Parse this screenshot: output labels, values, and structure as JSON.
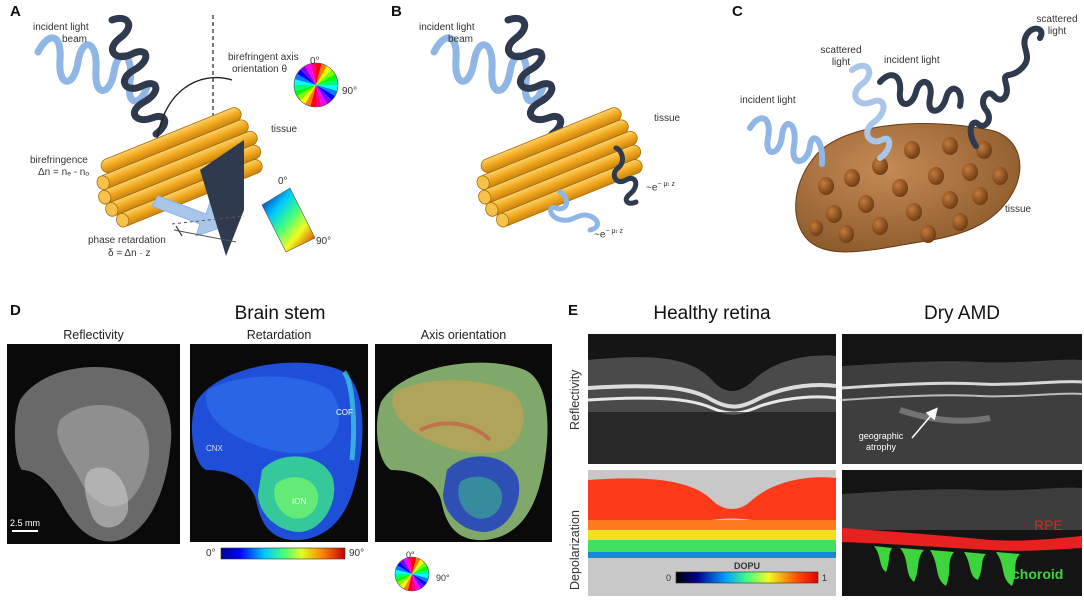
{
  "panels": {
    "A": {
      "label": "A",
      "incident_light": "incident light",
      "beam": "beam",
      "birefringent_axis": "birefringent axis",
      "orientation": "orientation θ",
      "tissue": "tissue",
      "birefringence": "birefringence",
      "birefringence_formula": "Δn = nₑ - nₒ",
      "phase_retardation": "phase retardation",
      "retardation_formula": "δ  = Δn · z",
      "wheel_top": "0°",
      "wheel_right": "90°",
      "bar_top": "0°",
      "bar_bottom": "90°"
    },
    "B": {
      "label": "B",
      "incident_light": "incident light",
      "beam": "beam",
      "tissue": "tissue",
      "decay_1": "~e",
      "decay_1_exp": "− μₜ z",
      "decay_2": "~e",
      "decay_2_exp": "− μₜ z"
    },
    "C": {
      "label": "C",
      "scattered_left_1": "scattered",
      "scattered_left_2": "light",
      "incident_left": "incident light",
      "incident_right": "incident light",
      "scattered_right_1": "scattered",
      "scattered_right_2": "light",
      "tissue": "tissue"
    },
    "D": {
      "label": "D",
      "title": "Brain stem",
      "reflectivity": "Reflectivity",
      "retardation": "Retardation",
      "axis_orientation": "Axis orientation",
      "scale_bar": "2.5 mm",
      "cnx": "CNX",
      "ion": "ION",
      "cof": "COF",
      "colorbar_min": "0°",
      "colorbar_max": "90°",
      "wheel_top": "0°",
      "wheel_right": "90°"
    },
    "E": {
      "label": "E",
      "healthy": "Healthy retina",
      "dry_amd": "Dry AMD",
      "row_reflectivity": "Reflectivity",
      "row_depolarization": "Depolarization",
      "geographic_1": "geographic",
      "geographic_2": "atrophy",
      "rpe": "RPE",
      "choroid": "choroid",
      "dopu": "DOPU",
      "dopu_min": "0",
      "dopu_max": "1"
    }
  },
  "colors": {
    "dark_beam": "#2f3a4f",
    "light_beam": "#8fb6e4",
    "fiber": "#f2a81e",
    "tissue_brown": "#8b5a2b",
    "rpe_red": "#e82020",
    "choroid_green": "#3ed43e"
  }
}
